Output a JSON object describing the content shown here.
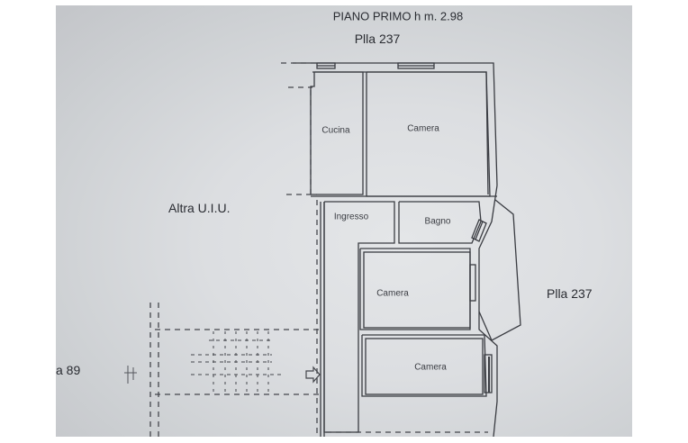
{
  "plan": {
    "title": "PIANO PRIMO h m. 2.98",
    "parcel_top": "Plla 237",
    "parcel_right": "Plla 237",
    "other_unit": "Altra U.I.U.",
    "parcel_left_partial": "a 89",
    "rooms": [
      {
        "name": "Cucina"
      },
      {
        "name": "Camera"
      },
      {
        "name": "Ingresso"
      },
      {
        "name": "Bagno"
      },
      {
        "name": "Camera"
      },
      {
        "name": "Camera"
      }
    ]
  },
  "colors": {
    "line": "#3a3c42",
    "dashed": "#44464c",
    "paper": "#dcdee1",
    "border": "#ffffff"
  }
}
